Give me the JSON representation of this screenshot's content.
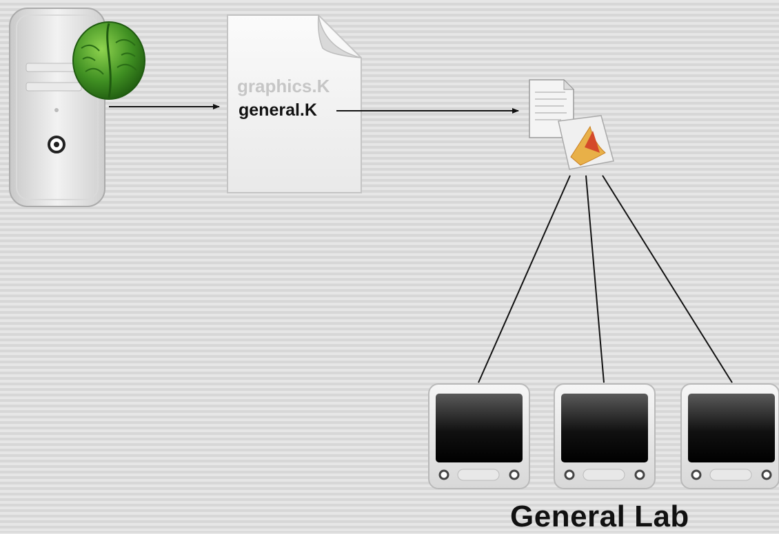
{
  "diagram": {
    "server": {
      "icon": "power-mac-server-icon",
      "badge_icon": "brain-icon"
    },
    "config_document": {
      "icon": "document-page-icon",
      "inactive_file": "graphics.K",
      "active_file": "general.K"
    },
    "deployment_package": {
      "icon": "package-with-document-icon"
    },
    "lab": {
      "title": "General Lab",
      "client_icon": "emac-computer-icon",
      "client_count": 3
    },
    "colors": {
      "line": "#111111",
      "brain": "#3f8f22",
      "background_light": "#e6e6e6",
      "background_dark": "#d7d7d7"
    }
  }
}
